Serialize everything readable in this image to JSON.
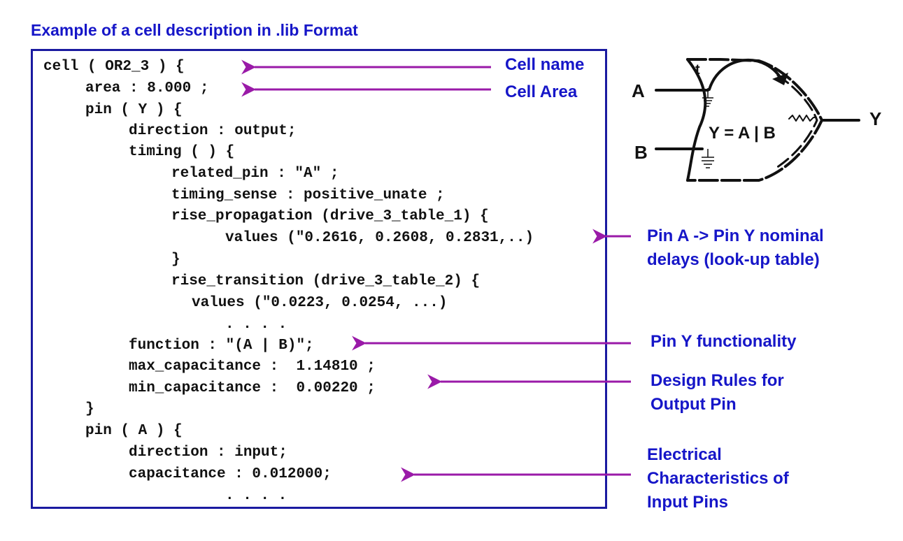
{
  "title": "Example of a cell description in .lib Format",
  "colors": {
    "annotation_text": "#1616c8",
    "arrow": "#9a1aa8",
    "box_border": "#1a1aa0",
    "code_text": "#111111"
  },
  "code": [
    "cell ( OR2_3 ) {",
    "area : 8.000 ;",
    "pin ( Y ) {",
    "direction : output;",
    "timing ( ) {",
    "related_pin : \"A\" ;",
    "timing_sense : positive_unate ;",
    "rise_propagation (drive_3_table_1) {",
    "values (\"0.2616, 0.2608, 0.2831,..)",
    "}",
    "rise_transition (drive_3_table_2) {",
    "values (\"0.0223, 0.0254, ...)",
    ". . . .",
    "function : \"(A | B)\";",
    "max_capacitance :  1.14810 ;",
    "min_capacitance :  0.00220 ;",
    "}",
    "pin ( A ) {",
    "direction : input;",
    "capacitance : 0.012000;",
    ". . . ."
  ],
  "annotations": {
    "cell_name": "Cell name",
    "cell_area": "Cell Area",
    "delays_line1": "Pin A -> Pin Y nominal",
    "delays_line2": "delays (look-up table)",
    "functionality": "Pin Y functionality",
    "rules_line1": "Design Rules for",
    "rules_line2": "Output Pin",
    "elec_line1": "Electrical",
    "elec_line2": "Characteristics of",
    "elec_line3": "Input Pins"
  },
  "gate": {
    "input_a": "A",
    "input_b": "B",
    "output_y": "Y",
    "equation": "Y = A | B",
    "t_label": "t"
  }
}
